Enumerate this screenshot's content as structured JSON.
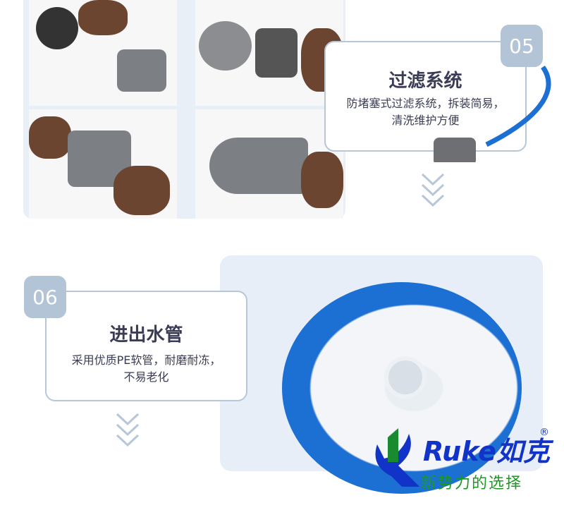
{
  "feature_05": {
    "number": "05",
    "title": "过滤系统",
    "description_line1": "防堵塞式过滤系统，拆装简易，",
    "description_line2": "清洗维护方便"
  },
  "feature_06": {
    "number": "06",
    "title": "进出水管",
    "description_line1": "采用优质PE软管，耐磨耐冻，",
    "description_line2": "不易老化"
  },
  "brand": {
    "name": "Ruke",
    "chinese_name": "如克",
    "registered_mark": "®",
    "slogan": "新势力的选择"
  },
  "colors": {
    "badge": "#b3c4d7",
    "card_border": "#b7c6d8",
    "hose_blue": "#1c6fd3",
    "logo_blue": "#1233c8",
    "slogan_green": "#1a9a20"
  }
}
